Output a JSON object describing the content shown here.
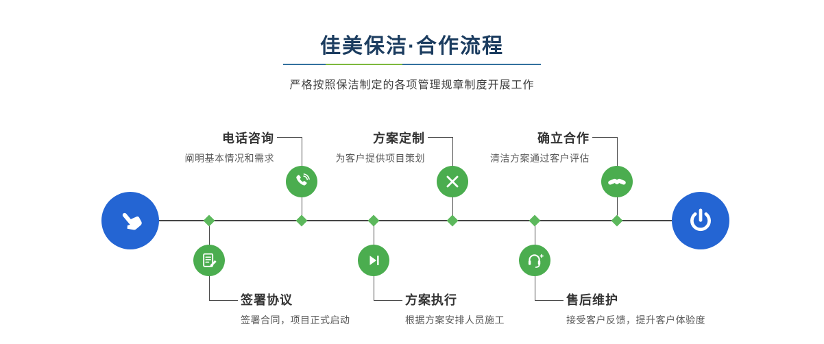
{
  "header": {
    "title": "佳美保洁·合作流程",
    "subtitle": "严格按照保洁制定的各项管理规章制度开展工作"
  },
  "timeline": {
    "start_icon": "pointing-hand-icon",
    "end_icon": "power-icon",
    "top_steps": [
      {
        "title": "电话咨询",
        "desc": "阐明基本情况和需求",
        "icon": "phone-icon"
      },
      {
        "title": "方案定制",
        "desc": "为客户提供项目策划",
        "icon": "design-pen-icon"
      },
      {
        "title": "确立合作",
        "desc": "清洁方案通过客户评估",
        "icon": "handshake-icon"
      }
    ],
    "bottom_steps": [
      {
        "title": "签署协议",
        "desc": "签署合同，项目正式启动",
        "icon": "contract-pen-icon"
      },
      {
        "title": "方案执行",
        "desc": "根据方案安排人员施工",
        "icon": "play-execute-icon"
      },
      {
        "title": "售后维护",
        "desc": "接受客户反馈，提升客户体验度",
        "icon": "headset-service-icon"
      }
    ]
  },
  "colors": {
    "accent_green": "#4bad4f",
    "diamond_green": "#5cb85c",
    "accent_blue": "#2465d3",
    "title_color": "#1b3c5f",
    "divider_blue": "#33719e",
    "divider_green": "#7db83d",
    "line_color": "#454545"
  }
}
